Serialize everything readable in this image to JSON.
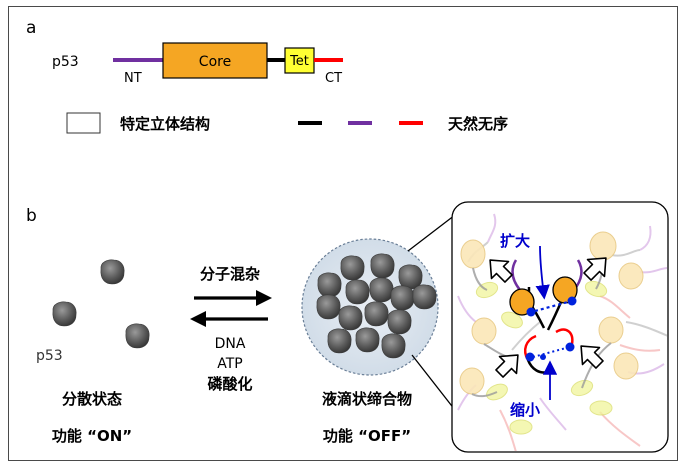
{
  "panel_a": {
    "label": "a",
    "protein": "p53",
    "domains": {
      "nt": "NT",
      "core": "Core",
      "tet": "Tet",
      "ct": "CT"
    },
    "legend": {
      "structured": "特定立体结构",
      "disordered": "天然无序"
    }
  },
  "panel_b": {
    "label": "b",
    "left_protein": "p53",
    "forward_arrow_label": "分子混杂",
    "reverse_arrow_labels": [
      "DNA",
      "ATP",
      "磷酸化"
    ],
    "dispersed_state": "分散状态",
    "dispersed_function": "功能 “ON”",
    "condensate_state": "液滴状缔合物",
    "condensate_function": "功能 “OFF”",
    "expand_label": "扩大",
    "shrink_label": "缩小"
  },
  "colors": {
    "core_fill": "#f5a623",
    "tet_fill": "#ffff33",
    "nt_line": "#7030a0",
    "ct_line": "#ff0000",
    "structured_line": "#000000",
    "annotation_blue": "#0000cc",
    "droplet_fill": "#dde6ef"
  }
}
